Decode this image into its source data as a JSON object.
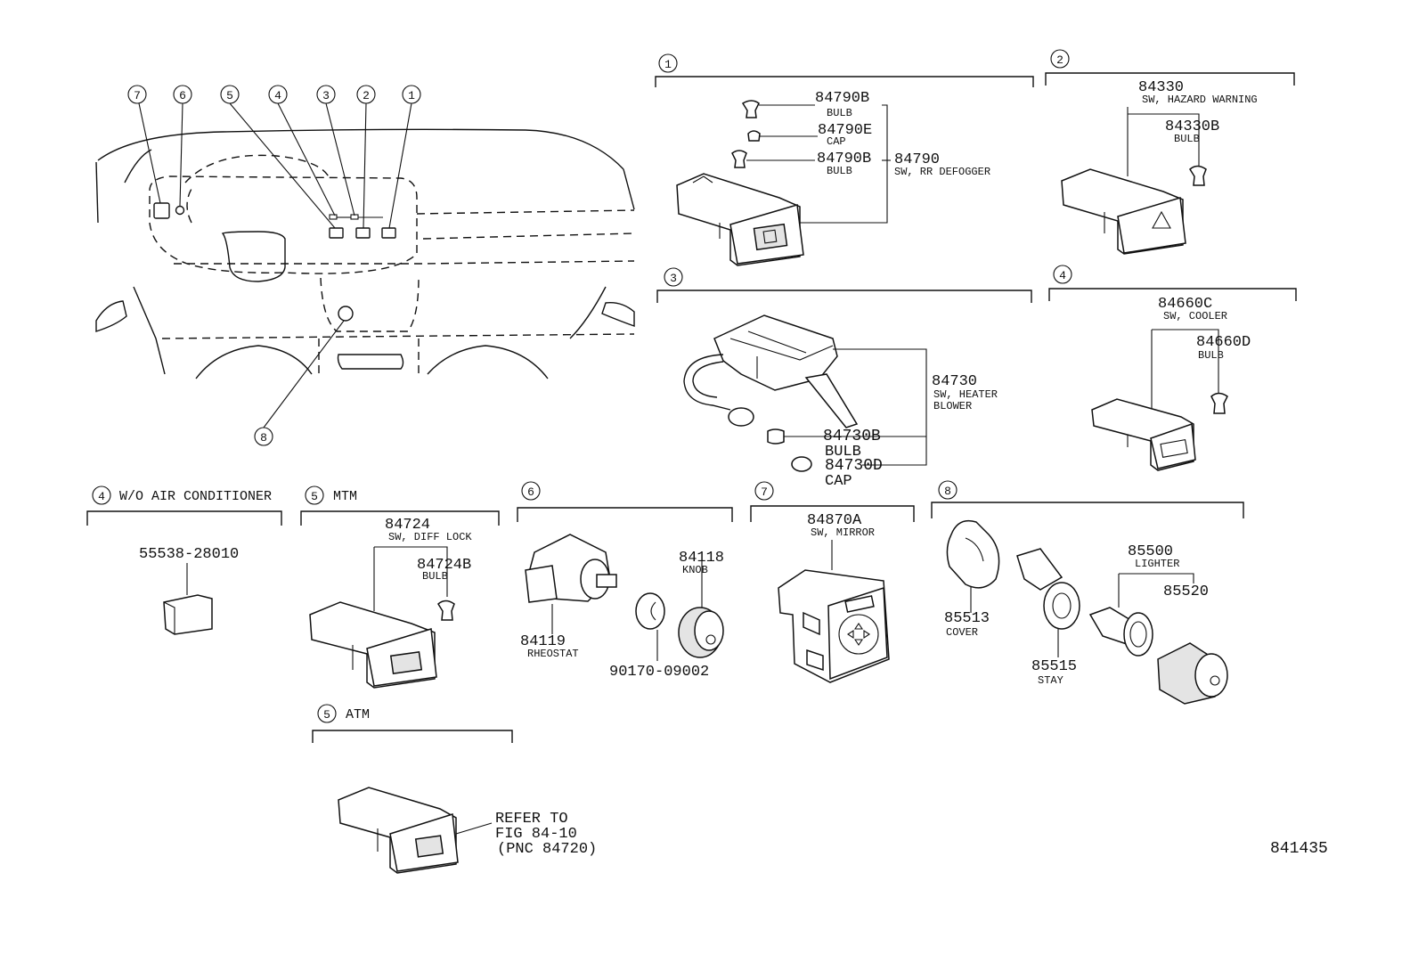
{
  "figure_code": "841435",
  "location_callouts": [
    "7",
    "6",
    "5",
    "4",
    "3",
    "2",
    "1",
    "8"
  ],
  "sections": [
    {
      "num": "1",
      "title": ""
    },
    {
      "num": "2",
      "title": ""
    },
    {
      "num": "3",
      "title": ""
    },
    {
      "num": "4",
      "title": ""
    },
    {
      "num": "4",
      "title": "W/O AIR CONDITIONER"
    },
    {
      "num": "5",
      "title": "MTM"
    },
    {
      "num": "6",
      "title": ""
    },
    {
      "num": "7",
      "title": ""
    },
    {
      "num": "8",
      "title": ""
    },
    {
      "num": "5",
      "title": "ATM"
    }
  ],
  "parts": {
    "p84790B_1": {
      "pn": "84790B",
      "desc": "BULB"
    },
    "p84790E": {
      "pn": "84790E",
      "desc": "CAP"
    },
    "p84790B_2": {
      "pn": "84790B",
      "desc": "BULB"
    },
    "p84790": {
      "pn": "84790",
      "desc": "SW, RR DEFOGGER"
    },
    "p84330": {
      "pn": "84330",
      "desc": "SW, HAZARD WARNING"
    },
    "p84330B": {
      "pn": "84330B",
      "desc": "BULB"
    },
    "p84730": {
      "pn": "84730",
      "desc_l1": "SW, HEATER",
      "desc_l2": "BLOWER"
    },
    "p84730B": {
      "pn": "84730B",
      "desc": "BULB"
    },
    "p84730D": {
      "pn": "84730D",
      "desc": "CAP"
    },
    "p84660C": {
      "pn": "84660C",
      "desc": "SW, COOLER"
    },
    "p84660D": {
      "pn": "84660D",
      "desc": "BULB"
    },
    "p55538": {
      "pn": "55538-28010"
    },
    "p84724": {
      "pn": "84724",
      "desc": "SW, DIFF LOCK"
    },
    "p84724B": {
      "pn": "84724B",
      "desc": "BULB"
    },
    "p84119": {
      "pn": "84119",
      "desc": "RHEOSTAT"
    },
    "p84118": {
      "pn": "84118",
      "desc": "KNOB"
    },
    "p90170": {
      "pn": "90170-09002"
    },
    "p84870A": {
      "pn": "84870A",
      "desc": "SW, MIRROR"
    },
    "p85513": {
      "pn": "85513",
      "desc": "COVER"
    },
    "p85515": {
      "pn": "85515",
      "desc": "STAY"
    },
    "p85500": {
      "pn": "85500",
      "desc": "LIGHTER"
    },
    "p85520": {
      "pn": "85520"
    }
  },
  "atm_note": {
    "line1": "REFER TO",
    "line2": "FIG 84-10",
    "line3": "(PNC 84720)"
  }
}
